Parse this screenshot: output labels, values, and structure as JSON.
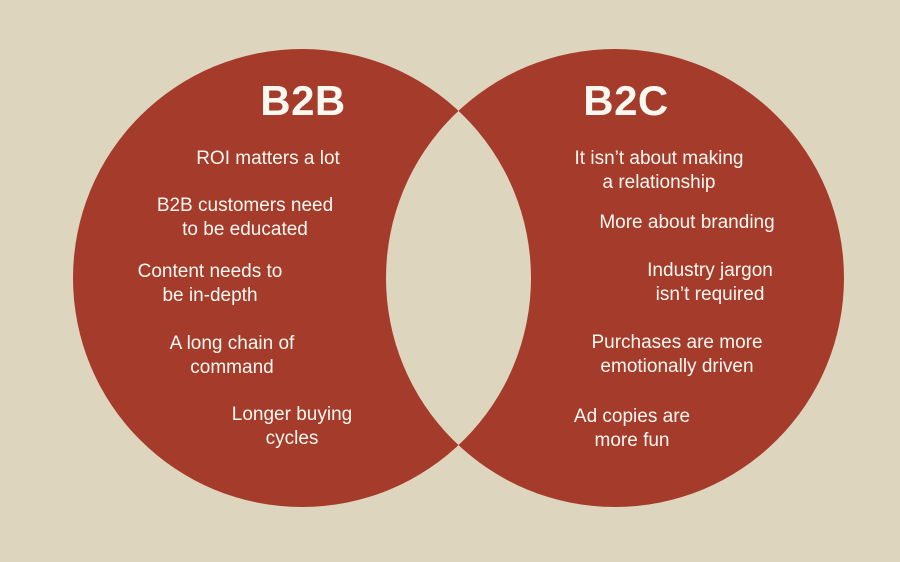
{
  "colors": {
    "background": "#DED5BE",
    "circle": "#A53B2A",
    "text": "#FBF8F1"
  },
  "venn": {
    "left": {
      "title": "B2B",
      "items": [
        "ROI matters a lot",
        "B2B customers need\nto be educated",
        "Content needs to\nbe in-depth",
        "A long chain of\ncommand",
        "Longer buying\ncycles"
      ]
    },
    "right": {
      "title": "B2C",
      "items": [
        "It isn’t about making\na relationship",
        "More about branding",
        "Industry jargon\nisn’t required",
        "Purchases are more\nemotionally driven",
        "Ad copies are\nmore fun"
      ]
    }
  }
}
